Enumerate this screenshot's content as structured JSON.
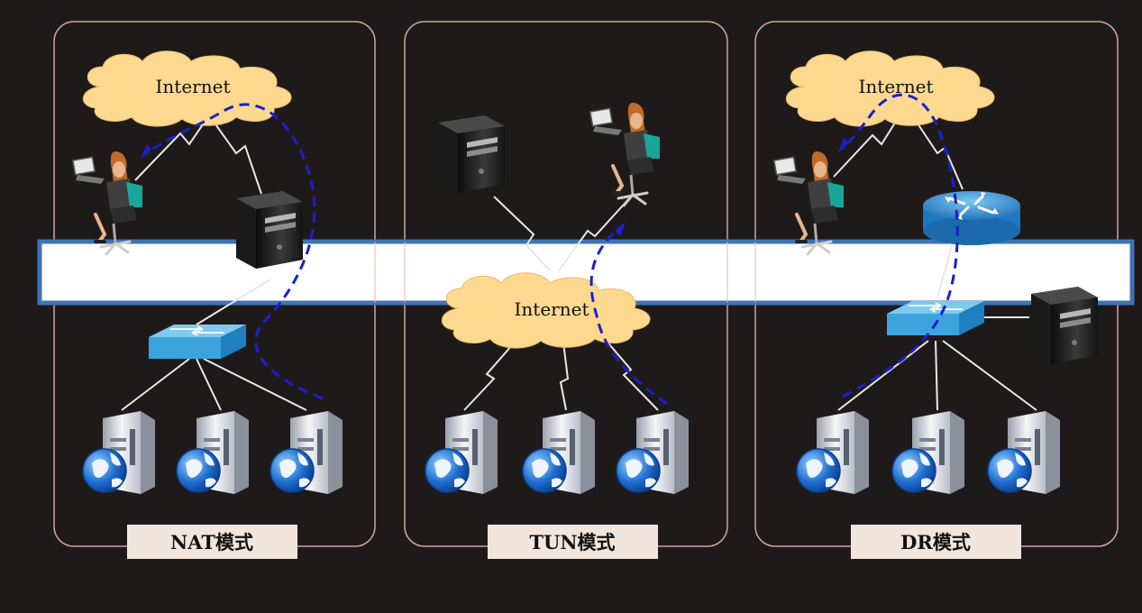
{
  "panels": [
    {
      "id": "nat",
      "label": "NAT模式",
      "clouds": [
        {
          "text": "Internet"
        }
      ]
    },
    {
      "id": "tun",
      "label": "TUN模式",
      "clouds": [
        {
          "text": "Internet"
        }
      ]
    },
    {
      "id": "dr",
      "label": "DR模式",
      "clouds": [
        {
          "text": "Internet"
        }
      ]
    }
  ],
  "colors": {
    "background": "#1f1a1a",
    "panel_border": "#c9a89a",
    "band_fill": "#ffffff",
    "band_border": "#3f73b5",
    "cloud": "#fcd98e",
    "label_box": "#f2e6dc",
    "switch": "#3ba3dd",
    "router": "#2f8fd6",
    "flow": "#1b1fd0",
    "link": "#e8e8e8"
  },
  "icons": [
    "cloud-icon",
    "user-laptop-icon",
    "tower-server-icon",
    "switch-icon",
    "router-icon",
    "web-server-icon"
  ]
}
